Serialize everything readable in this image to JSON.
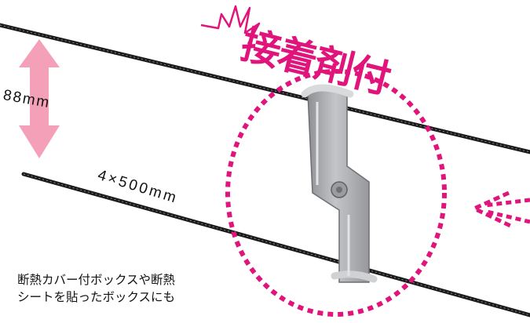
{
  "title": "接着剤付",
  "dimensions": {
    "height_label": "88mm",
    "length_label": "4×500mm"
  },
  "caption": {
    "line1": "断熱カバー付ボックスや断熱",
    "line2": "シートを貼ったボックスにも"
  },
  "colors": {
    "accent_magenta": "#e0147a",
    "arrow_pink": "#f4a0b8",
    "wire": "#1a1a1a",
    "bracket_metal": "#a9abae"
  }
}
